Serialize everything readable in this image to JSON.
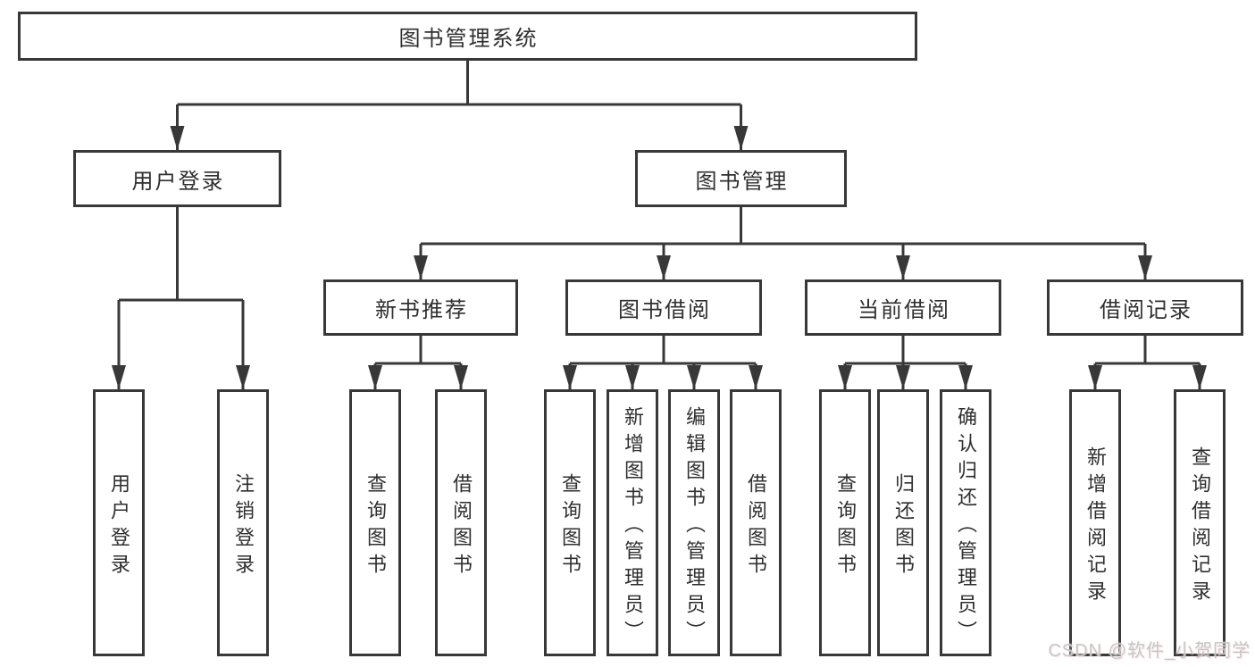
{
  "nodes": {
    "root": {
      "label": "图书管理系统"
    },
    "user_login": {
      "label": "用户登录"
    },
    "book_mgmt": {
      "label": "图书管理"
    },
    "new_book_rec": {
      "label": "新书推荐"
    },
    "book_borrow": {
      "label": "图书借阅"
    },
    "current_borrow": {
      "label": "当前借阅"
    },
    "borrow_records": {
      "label": "借阅记录"
    },
    "leaf_user_login": {
      "label": "用户登录"
    },
    "leaf_logout": {
      "label": "注销登录"
    },
    "leaf_query_book_rec": {
      "label": "查询图书"
    },
    "leaf_borrow_book_rec": {
      "label": "借阅图书"
    },
    "leaf_query_book_borrow": {
      "label": "查询图书"
    },
    "leaf_add_book_admin": {
      "label": "新增图书（管理员）"
    },
    "leaf_edit_book_admin": {
      "label": "编辑图书（管理员）"
    },
    "leaf_borrow_book_borrow": {
      "label": "借阅图书"
    },
    "leaf_query_book_current": {
      "label": "查询图书"
    },
    "leaf_return_book": {
      "label": "归还图书"
    },
    "leaf_confirm_return_admin": {
      "label": "确认归还（管理员）"
    },
    "leaf_add_borrow_record": {
      "label": "新增借阅记录"
    },
    "leaf_query_borrow_record": {
      "label": "查询借阅记录"
    }
  },
  "watermark": {
    "text": "CSDN @软件_小贺同学"
  },
  "colors": {
    "line": "#383838",
    "box_border": "#383838",
    "text": "#2f2f2f",
    "background": "#ffffff",
    "watermark": "#c6c6c6"
  }
}
